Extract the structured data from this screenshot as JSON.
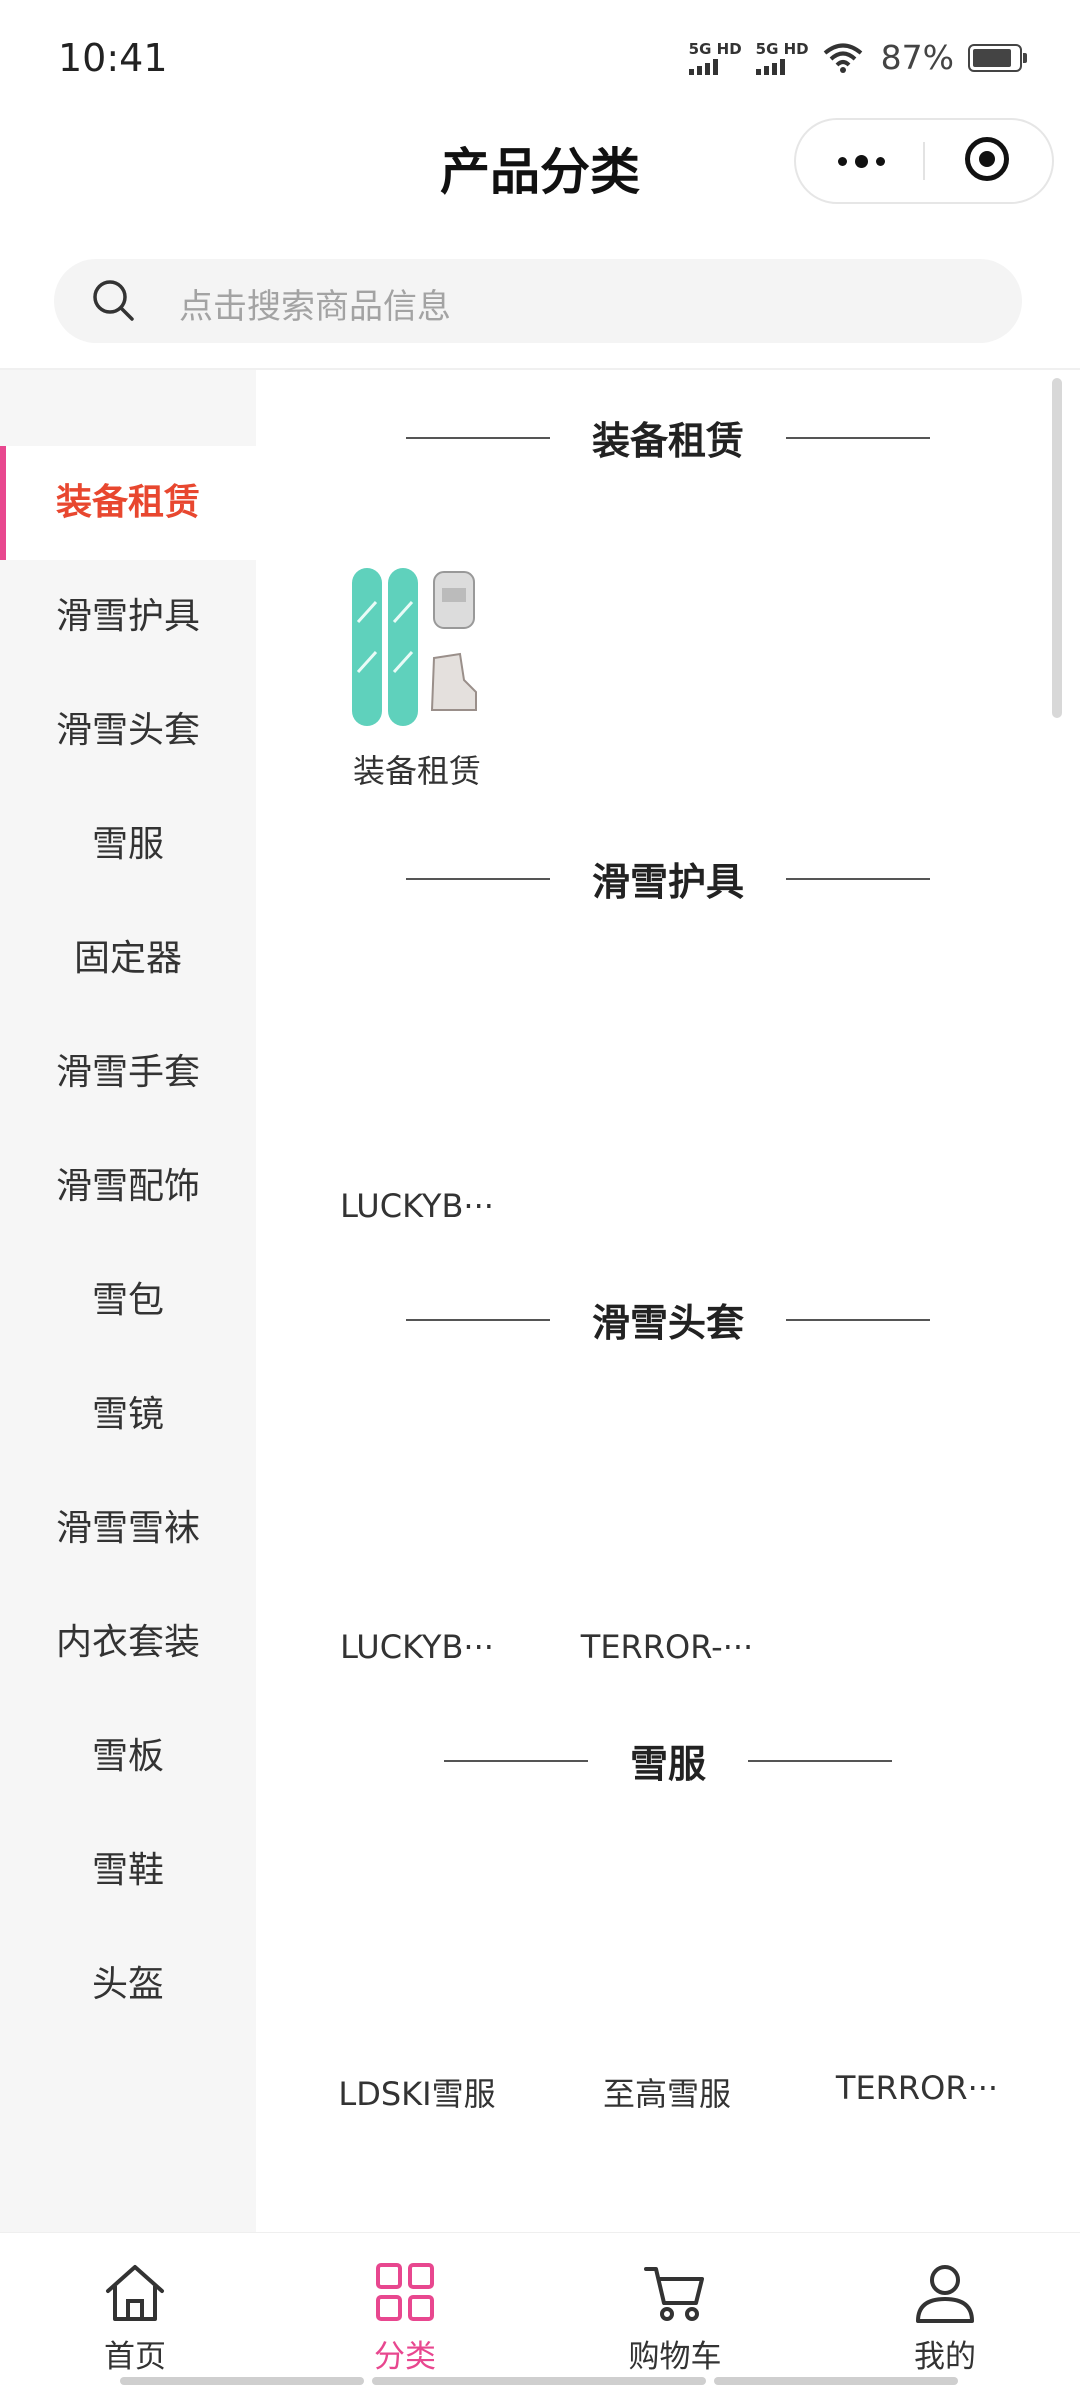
{
  "status_bar": {
    "time": "10:41",
    "net1": "5G HD",
    "net2": "5G HD",
    "battery": "87%"
  },
  "header": {
    "title": "产品分类"
  },
  "search": {
    "placeholder": "点击搜索商品信息"
  },
  "sidebar": {
    "items": [
      {
        "label": "装备租赁"
      },
      {
        "label": "滑雪护具"
      },
      {
        "label": "滑雪头套"
      },
      {
        "label": "雪服"
      },
      {
        "label": "固定器"
      },
      {
        "label": "滑雪手套"
      },
      {
        "label": "滑雪配饰"
      },
      {
        "label": "雪包"
      },
      {
        "label": "雪镜"
      },
      {
        "label": "滑雪雪袜"
      },
      {
        "label": "内衣套装"
      },
      {
        "label": "雪板"
      },
      {
        "label": "雪鞋"
      },
      {
        "label": "头盔"
      }
    ],
    "active_index": 0
  },
  "sections": [
    {
      "title": "装备租赁",
      "products": [
        {
          "name": "装备租赁"
        }
      ]
    },
    {
      "title": "滑雪护具",
      "products": [
        {
          "name": "LUCKYB···"
        }
      ]
    },
    {
      "title": "滑雪头套",
      "products": [
        {
          "name": "LUCKYB···"
        },
        {
          "name": "TERROR-···"
        }
      ]
    },
    {
      "title": "雪服",
      "products": [
        {
          "name": "LDSKI雪服"
        },
        {
          "name": "至高雪服"
        },
        {
          "name": "TERROR···"
        }
      ]
    }
  ],
  "tab_bar": {
    "tabs": [
      {
        "label": "首页",
        "icon": "home-icon"
      },
      {
        "label": "分类",
        "icon": "grid-icon"
      },
      {
        "label": "购物车",
        "icon": "cart-icon"
      },
      {
        "label": "我的",
        "icon": "user-icon"
      }
    ],
    "active_index": 1
  },
  "colors": {
    "accent": "#e8478f",
    "active_text": "#e8472f"
  }
}
